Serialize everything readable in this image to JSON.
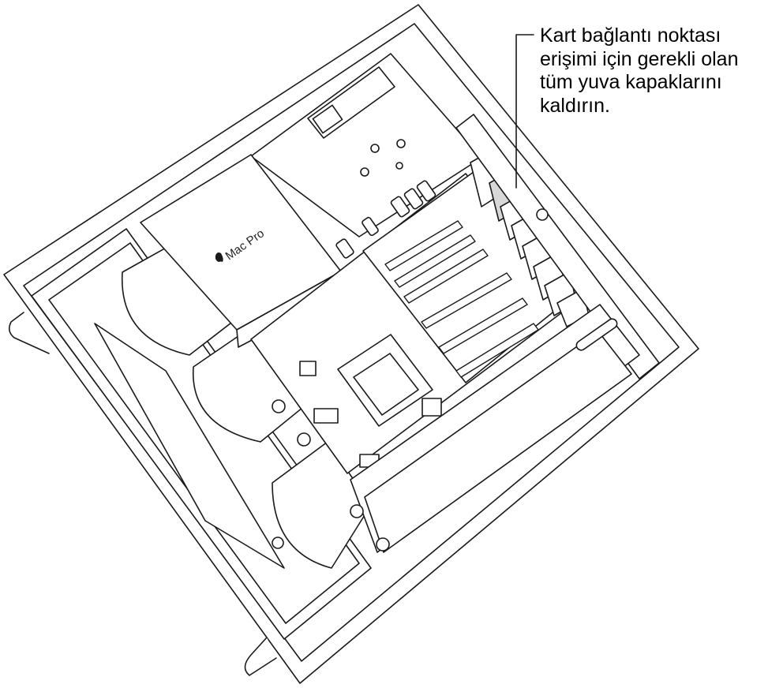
{
  "callout": {
    "lines": [
      "Kart bağlantı noktası",
      "erişimi için gerekli olan",
      "tüm yuva kapaklarını",
      "kaldırın."
    ]
  },
  "device": {
    "logo_text": "Mac Pro",
    "logo_icon": "apple-logo-icon"
  },
  "colors": {
    "stroke": "#1a1a1a",
    "fill": "#ffffff",
    "highlight": "#d8d8d8"
  }
}
